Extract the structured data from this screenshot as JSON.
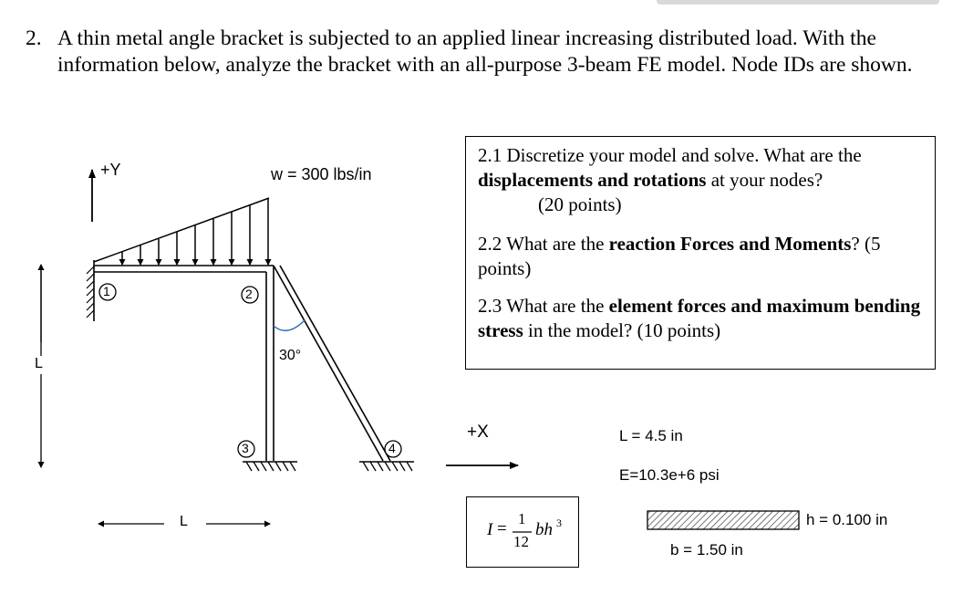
{
  "problem": {
    "number": "2.",
    "text": "A thin metal angle bracket is subjected to an applied linear increasing distributed load.  With the information below, analyze the bracket with an all-purpose 3-beam FE model.  Node IDs are shown."
  },
  "questions": {
    "q1": {
      "num": "2.1",
      "pre": "Discretize your model and solve.  What are the",
      "bold": "displacements and rotations",
      "post": "at your nodes?",
      "points": "(20 points)"
    },
    "q2": {
      "num": "2.2",
      "pre": "What are the",
      "bold": "reaction Forces and Moments",
      "post": "?  (5 points)"
    },
    "q3": {
      "num": "2.3",
      "pre": "What are the",
      "bold": "element forces and maximum bending stress",
      "post": "in the model? (10 points)"
    }
  },
  "figure": {
    "axis_y": "+Y",
    "axis_x": "+X",
    "load": "w = 300 lbs/in",
    "angle": "30°",
    "dim_vertical": "L",
    "dim_horizontal": "L",
    "nodes": [
      "1",
      "2",
      "3",
      "4"
    ]
  },
  "properties": {
    "length": "L = 4.5 in",
    "modulus": "E=10.3e+6 psi",
    "height": "h = 0.100 in",
    "width": "b = 1.50 in"
  },
  "formula": {
    "lhs": "I",
    "eq": "=",
    "num": "1",
    "den": "12",
    "bh": "bh",
    "exp": "3"
  }
}
